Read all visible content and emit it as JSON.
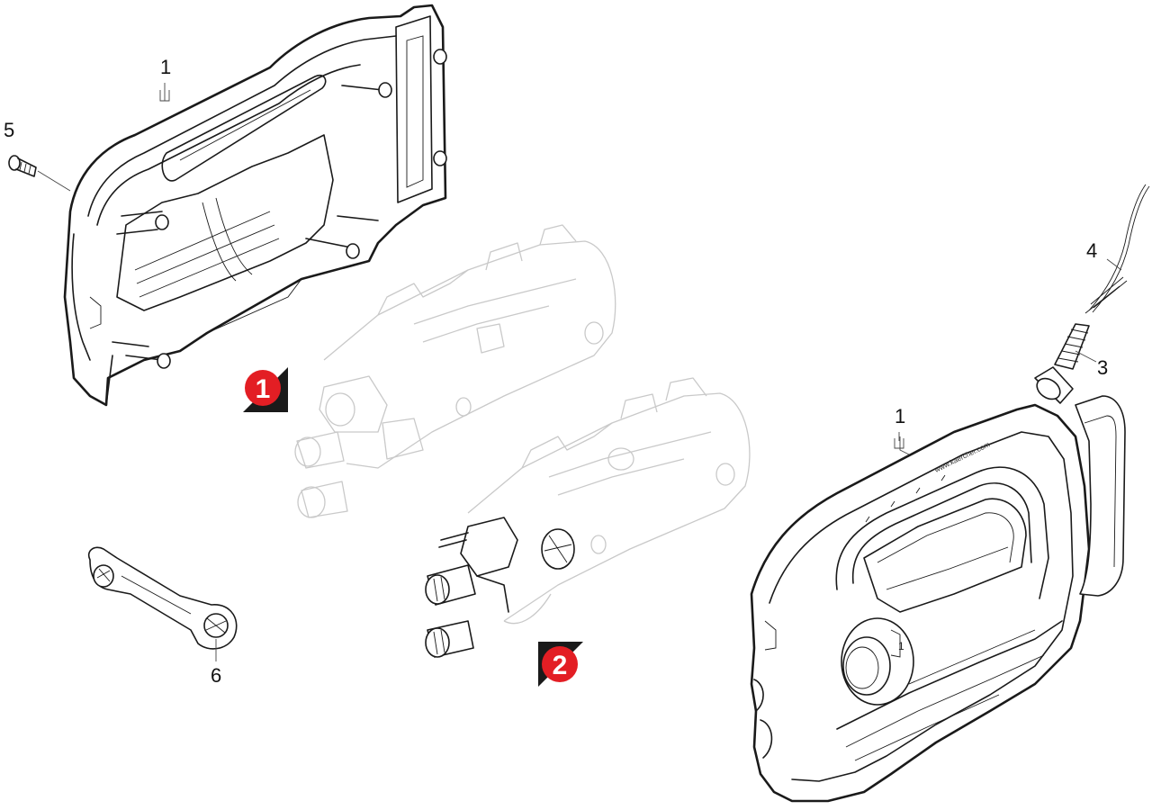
{
  "callouts": {
    "rear_housing": "1",
    "front_housing": "1",
    "grommet": "3",
    "cable": "4",
    "screw": "5",
    "wrench": "6"
  },
  "markers": {
    "variant_a": "1",
    "variant_b": "2"
  },
  "front_housing": {
    "brand_text": "www.kaercher.com",
    "dial_label": "1"
  },
  "colors": {
    "marker_red": "#e31e24",
    "marker_dark": "#1a1a1a",
    "line": "#1a1a1a",
    "ghost": "#c9c9c9"
  }
}
